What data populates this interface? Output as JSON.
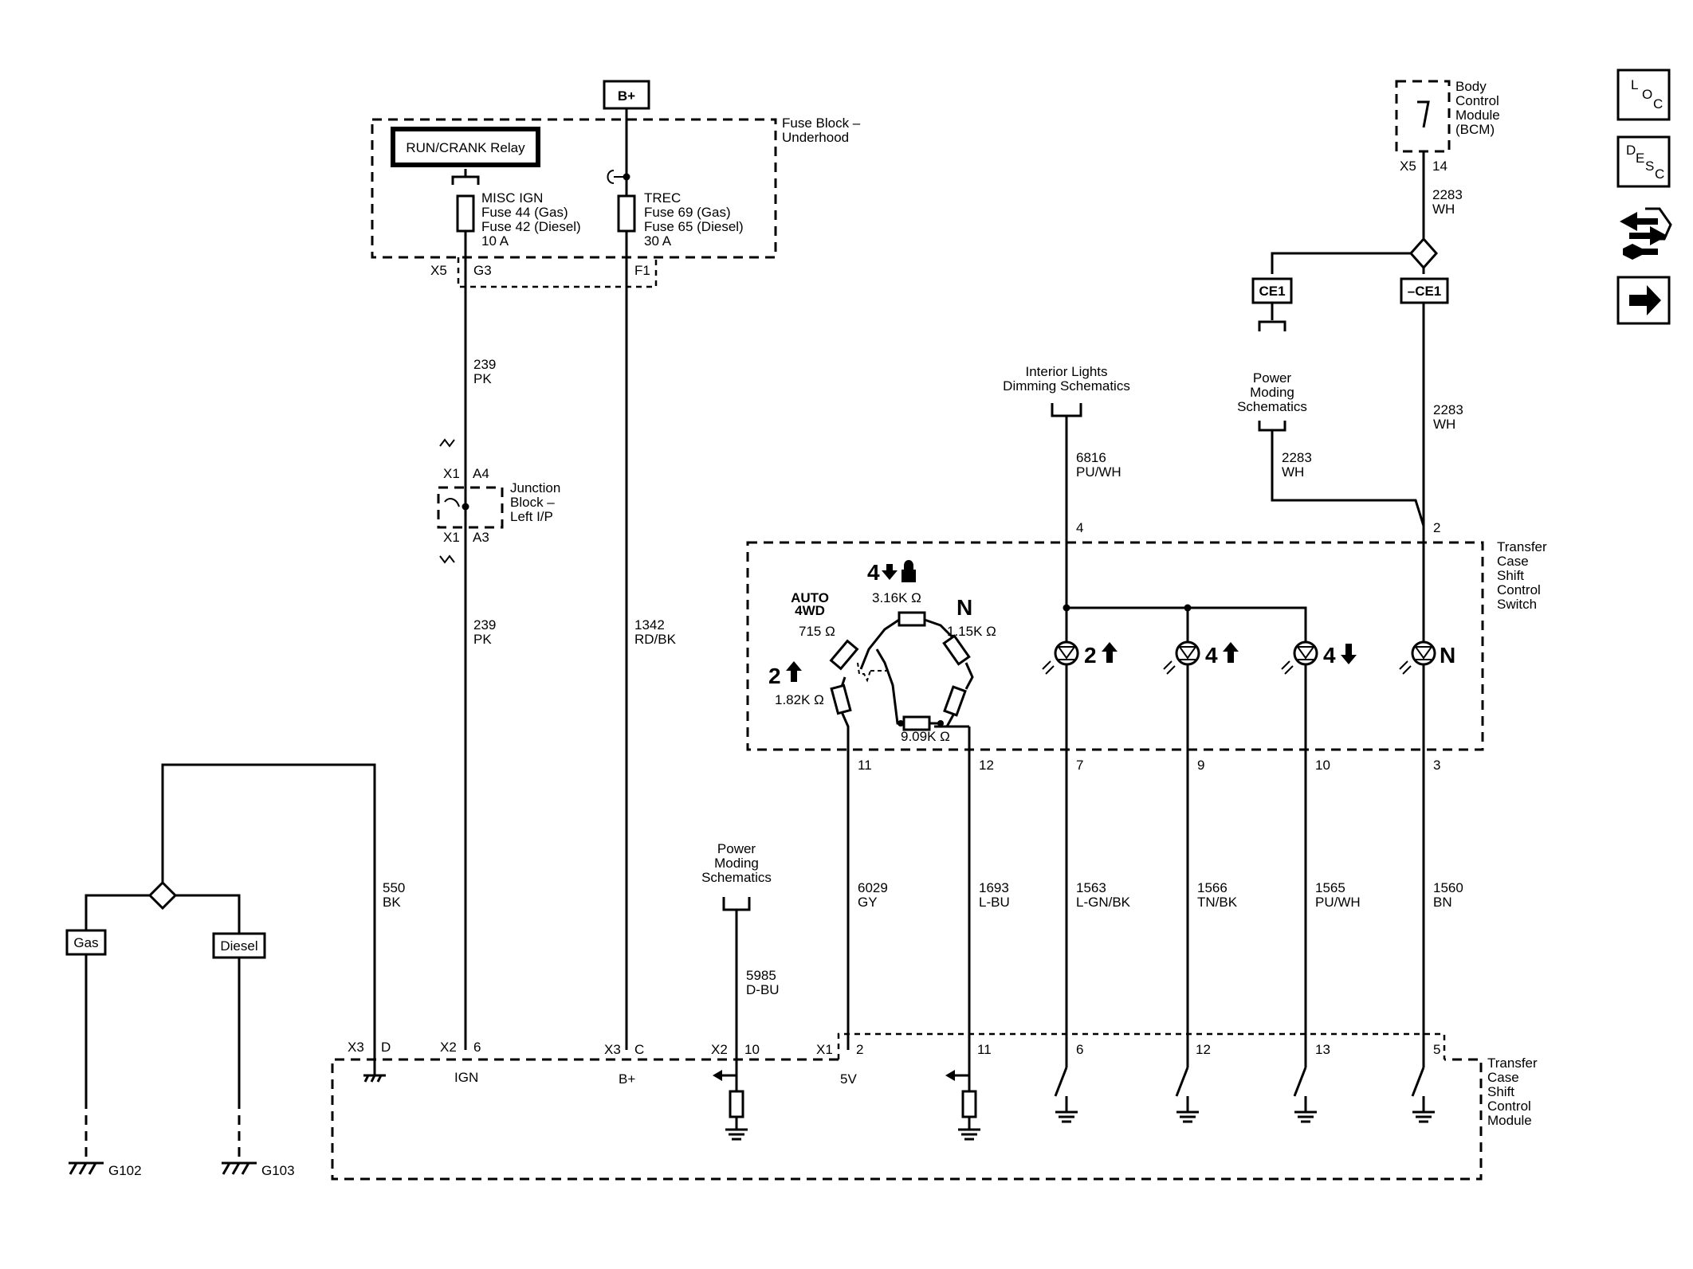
{
  "connectors": {
    "b_plus_source": "B+",
    "run_crank_relay": "RUN/CRANK Relay",
    "ce1": "CE1",
    "ce1_neg": "–CE1",
    "gas": "Gas",
    "diesel": "Diesel"
  },
  "fuse_block": {
    "title_l1": "Fuse Block –",
    "title_l2": "Underhood",
    "misc": [
      "MISC IGN",
      "Fuse 44 (Gas)",
      "Fuse 42 (Diesel)",
      "10 A"
    ],
    "trec": [
      "TREC",
      "Fuse 69 (Gas)",
      "Fuse 65 (Diesel)",
      "30 A"
    ],
    "x5": "X5",
    "g3": "G3",
    "f1": "F1"
  },
  "bcm": {
    "title": [
      "Body",
      "Control",
      "Module",
      "(BCM)"
    ],
    "x5": "X5",
    "pin": "14"
  },
  "junction_block": {
    "title": [
      "Junction",
      "Block –",
      "Left I/P"
    ],
    "x1a": "X1",
    "a4": "A4",
    "x1b": "X1",
    "a3": "A3"
  },
  "refs": {
    "interior": [
      "Interior Lights",
      "Dimming Schematics"
    ],
    "power_moding_1": [
      "Power",
      "Moding",
      "Schematics"
    ],
    "power_moding_2": [
      "Power",
      "Moding",
      "Schematics"
    ]
  },
  "wires": {
    "w239a": [
      "239",
      "PK"
    ],
    "w239b": [
      "239",
      "PK"
    ],
    "w1342": [
      "1342",
      "RD/BK"
    ],
    "w2283a": [
      "2283",
      "WH"
    ],
    "w2283b": [
      "2283",
      "WH"
    ],
    "w2283c": [
      "2283",
      "WH"
    ],
    "w6816": [
      "6816",
      "PU/WH"
    ],
    "w550": [
      "550",
      "BK"
    ],
    "w5985": [
      "5985",
      "D-BU"
    ],
    "w6029": [
      "6029",
      "GY"
    ],
    "w1693": [
      "1693",
      "L-BU"
    ],
    "w1563": [
      "1563",
      "L-GN/BK"
    ],
    "w1566": [
      "1566",
      "TN/BK"
    ],
    "w1565": [
      "1565",
      "PU/WH"
    ],
    "w1560": [
      "1560",
      "BN"
    ]
  },
  "switch": {
    "title": [
      "Transfer",
      "Case",
      "Shift",
      "Control",
      "Switch"
    ],
    "pin4": "4",
    "pin2": "2",
    "pin11": "11",
    "pin12": "12",
    "pin7": "7",
    "pin9": "9",
    "pin10": "10",
    "pin3": "3",
    "auto_4wd": [
      "AUTO",
      "4WD"
    ],
    "r715": "715 Ω",
    "r316": "3.16K Ω",
    "r115": "1.15K Ω",
    "r182": "1.82K Ω",
    "r909": "9.09K Ω",
    "pos_4lo": "4",
    "pos_n": "N",
    "pos_2hi": "2",
    "led_2hi": "2",
    "led_4hi": "4",
    "led_4lo": "4",
    "led_n": "N"
  },
  "module": {
    "title": [
      "Transfer",
      "Case",
      "Shift",
      "Control",
      "Module"
    ],
    "x3a": "X3",
    "d": "D",
    "x2a": "X2",
    "p6a": "6",
    "ign": "IGN",
    "x3b": "X3",
    "c": "C",
    "bplus": "B+",
    "x2b": "X2",
    "p10a": "10",
    "x1": "X1",
    "p2": "2",
    "v5": "5V",
    "p11": "11",
    "p6b": "6",
    "p12": "12",
    "p13": "13",
    "p5": "5"
  },
  "grounds": {
    "g102": "G102",
    "g103": "G103"
  },
  "side_icons": [
    {
      "name": "loc-icon",
      "l": "L",
      "o": "O",
      "c": "C"
    },
    {
      "name": "desc-icon",
      "l": "D",
      "o": "E",
      "c": "S",
      "d": "C"
    }
  ]
}
